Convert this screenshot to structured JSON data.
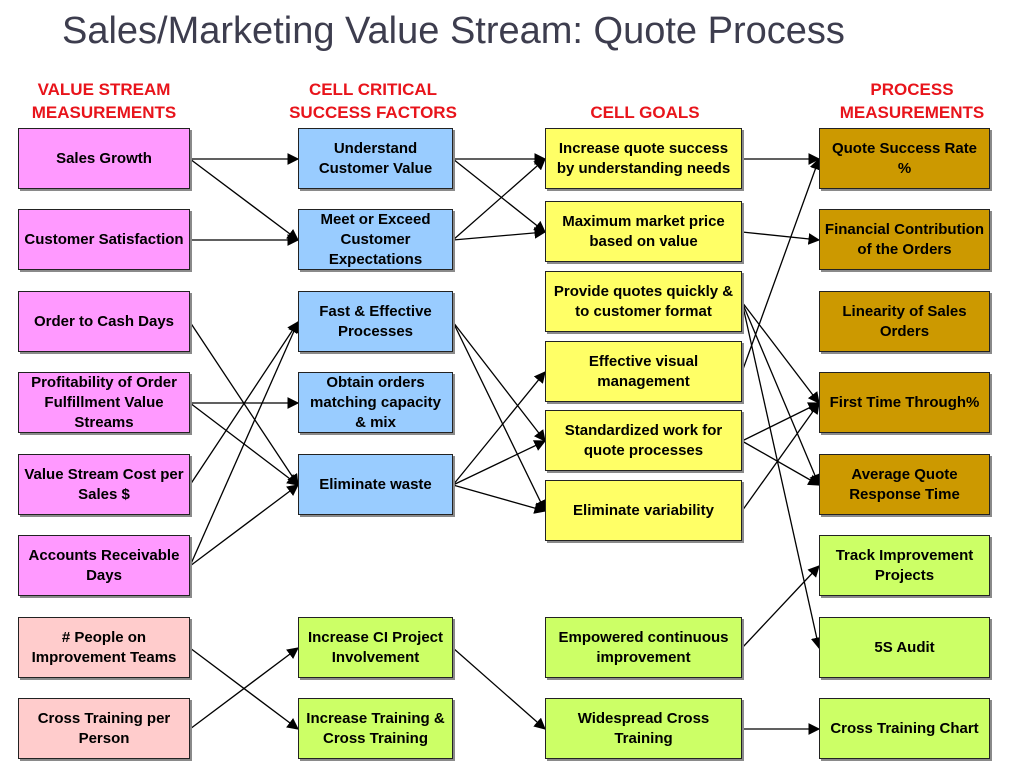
{
  "title": "Sales/Marketing Value Stream: Quote Process",
  "headers": {
    "value_stream": "VALUE STREAM\nMEASUREMENTS",
    "critical": "CELL CRITICAL\nSUCCESS FACTORS",
    "goals": "CELL GOALS",
    "process": "PROCESS\nMEASUREMENTS"
  },
  "value_stream_measurements": [
    "Sales Growth",
    "Customer Satisfaction",
    "Order to Cash Days",
    "Profitability of Order Fulfillment Value Streams",
    "Value Stream Cost per Sales $",
    "Accounts Receivable Days",
    "# People on Improvement Teams",
    "Cross Training per Person"
  ],
  "critical_success_factors": [
    "Understand Customer Value",
    "Meet or Exceed Customer Expectations",
    "Fast & Effective Processes",
    "Obtain orders matching capacity & mix",
    "Eliminate waste",
    "Increase CI Project Involvement",
    "Increase Training & Cross Training"
  ],
  "cell_goals": [
    "Increase quote success by understanding needs",
    "Maximum market price based on value",
    "Provide quotes quickly & to customer format",
    "Effective visual management",
    "Standardized work for quote processes",
    "Eliminate variability",
    "Empowered continuous improvement",
    "Widespread Cross Training"
  ],
  "process_measurements": [
    "Quote Success Rate %",
    "Financial Contribution of the Orders",
    "Linearity of Sales Orders",
    "First Time Through%",
    "Average Quote Response Time",
    "Track Improvement Projects",
    "5S Audit",
    "Cross Training Chart"
  ],
  "colors": {
    "header_red": "#e8141b",
    "title_gray": "#3d3d4e",
    "pink": "#ff99ff",
    "light_pink": "#ffcccc",
    "blue": "#99ccff",
    "light_green": "#ccff66",
    "yellow": "#ffff66",
    "gold": "#cc9900"
  }
}
